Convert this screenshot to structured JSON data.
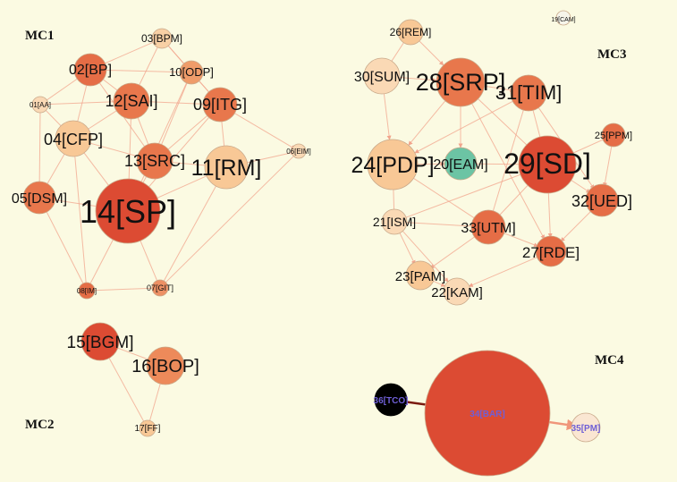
{
  "clusters": [
    {
      "id": "MC1",
      "label": "MC1"
    },
    {
      "id": "MC2",
      "label": "MC2"
    },
    {
      "id": "MC3",
      "label": "MC3"
    },
    {
      "id": "MC4",
      "label": "MC4"
    }
  ],
  "colors": {
    "background": "#fbfae2",
    "edge": "#f2a48c",
    "edge_dark": "#7a1a10",
    "node_dark_red": "#dc4b33",
    "node_red": "#e06a45",
    "node_orange": "#ed9064",
    "node_light": "#f7c592",
    "node_pale": "#fad9b5",
    "node_teal": "#6cc4a4",
    "node_black": "#000000",
    "label_violet": "#6f5fd6"
  },
  "nodes": [
    {
      "id": "03",
      "label": "03[BPM]",
      "cluster": "MC1",
      "color": "#f8d0a5",
      "size": "small"
    },
    {
      "id": "02",
      "label": "02[BP]",
      "cluster": "MC1",
      "color": "#e56d46",
      "size": "medium"
    },
    {
      "id": "10",
      "label": "10[ODP]",
      "cluster": "MC1",
      "color": "#ef9c6a",
      "size": "small"
    },
    {
      "id": "01",
      "label": "01[AA]",
      "cluster": "MC1",
      "color": "#fad9b5",
      "size": "tiny"
    },
    {
      "id": "12",
      "label": "12[SAI]",
      "cluster": "MC1",
      "color": "#e8774c",
      "size": "medium"
    },
    {
      "id": "09",
      "label": "09[ITG]",
      "cluster": "MC1",
      "color": "#e8774c",
      "size": "medium"
    },
    {
      "id": "04",
      "label": "04[CFP]",
      "cluster": "MC1",
      "color": "#f8c896",
      "size": "medium"
    },
    {
      "id": "06",
      "label": "06[EIM]",
      "cluster": "MC1",
      "color": "#fad9b5",
      "size": "tiny"
    },
    {
      "id": "13",
      "label": "13[SRC]",
      "cluster": "MC1",
      "color": "#e8774c",
      "size": "medium"
    },
    {
      "id": "11",
      "label": "11[RM]",
      "cluster": "MC1",
      "color": "#f8c896",
      "size": "large"
    },
    {
      "id": "05",
      "label": "05[DSM]",
      "cluster": "MC1",
      "color": "#e8774c",
      "size": "medium"
    },
    {
      "id": "14",
      "label": "14[SP]",
      "cluster": "MC1",
      "color": "#dc4b33",
      "size": "xlarge"
    },
    {
      "id": "08",
      "label": "08[IM]",
      "cluster": "MC1",
      "color": "#e56d46",
      "size": "tiny"
    },
    {
      "id": "07",
      "label": "07[GIT]",
      "cluster": "MC1",
      "color": "#ed9064",
      "size": "tiny"
    },
    {
      "id": "15",
      "label": "15[BGM]",
      "cluster": "MC2",
      "color": "#dc4b33",
      "size": "medium"
    },
    {
      "id": "16",
      "label": "16[BOP]",
      "cluster": "MC2",
      "color": "#ed8a5a",
      "size": "medium"
    },
    {
      "id": "17",
      "label": "17[FF]",
      "cluster": "MC2",
      "color": "#f8c896",
      "size": "small"
    },
    {
      "id": "19",
      "label": "19[CAM]",
      "cluster": "MC3",
      "color": "#f6f4ea",
      "size": "tiny"
    },
    {
      "id": "26",
      "label": "26[REM]",
      "cluster": "MC3",
      "color": "#f8c896",
      "size": "small"
    },
    {
      "id": "30",
      "label": "30[SUM]",
      "cluster": "MC3",
      "color": "#fad9b5",
      "size": "medium"
    },
    {
      "id": "28",
      "label": "28[SRP]",
      "cluster": "MC3",
      "color": "#e8774c",
      "size": "large"
    },
    {
      "id": "31",
      "label": "31[TIM]",
      "cluster": "MC3",
      "color": "#e8774c",
      "size": "medium"
    },
    {
      "id": "25",
      "label": "25[PPM]",
      "cluster": "MC3",
      "color": "#e56d46",
      "size": "small"
    },
    {
      "id": "24",
      "label": "24[PDP]",
      "cluster": "MC3",
      "color": "#f8c896",
      "size": "large"
    },
    {
      "id": "20",
      "label": "20[EAM]",
      "cluster": "MC3",
      "color": "#6cc4a4",
      "size": "medium"
    },
    {
      "id": "29",
      "label": "29[SD]",
      "cluster": "MC3",
      "color": "#dc4b33",
      "size": "xlarge"
    },
    {
      "id": "32",
      "label": "32[UED]",
      "cluster": "MC3",
      "color": "#e56d46",
      "size": "medium"
    },
    {
      "id": "21",
      "label": "21[ISM]",
      "cluster": "MC3",
      "color": "#fad9b5",
      "size": "small"
    },
    {
      "id": "33",
      "label": "33[UTM]",
      "cluster": "MC3",
      "color": "#e56d46",
      "size": "medium"
    },
    {
      "id": "27",
      "label": "27[RDE]",
      "cluster": "MC3",
      "color": "#e56d46",
      "size": "medium"
    },
    {
      "id": "23",
      "label": "23[PAM]",
      "cluster": "MC3",
      "color": "#f8c896",
      "size": "small"
    },
    {
      "id": "22",
      "label": "22[KAM]",
      "cluster": "MC3",
      "color": "#fad9b5",
      "size": "small"
    },
    {
      "id": "36",
      "label": "36[TCO]",
      "cluster": "MC4",
      "color": "#000000",
      "size": "small"
    },
    {
      "id": "34",
      "label": "34[BAR]",
      "cluster": "MC4",
      "color": "#dc4b33",
      "size": "huge"
    },
    {
      "id": "35",
      "label": "35[PM]",
      "cluster": "MC4",
      "color": "#fae6d2",
      "size": "small"
    }
  ],
  "edges": [
    [
      "03",
      "02"
    ],
    [
      "03",
      "10"
    ],
    [
      "03",
      "12"
    ],
    [
      "03",
      "09"
    ],
    [
      "02",
      "12"
    ],
    [
      "02",
      "04"
    ],
    [
      "02",
      "01"
    ],
    [
      "02",
      "13"
    ],
    [
      "02",
      "10"
    ],
    [
      "10",
      "09"
    ],
    [
      "10",
      "13"
    ],
    [
      "10",
      "14"
    ],
    [
      "12",
      "04"
    ],
    [
      "12",
      "13"
    ],
    [
      "12",
      "14"
    ],
    [
      "12",
      "09"
    ],
    [
      "09",
      "13"
    ],
    [
      "09",
      "11"
    ],
    [
      "09",
      "06"
    ],
    [
      "09",
      "14"
    ],
    [
      "01",
      "04"
    ],
    [
      "01",
      "05"
    ],
    [
      "04",
      "05"
    ],
    [
      "04",
      "14"
    ],
    [
      "04",
      "13"
    ],
    [
      "04",
      "08"
    ],
    [
      "13",
      "14"
    ],
    [
      "13",
      "11"
    ],
    [
      "11",
      "14"
    ],
    [
      "11",
      "06"
    ],
    [
      "11",
      "07"
    ],
    [
      "05",
      "14"
    ],
    [
      "05",
      "08"
    ],
    [
      "14",
      "08"
    ],
    [
      "14",
      "07"
    ],
    [
      "08",
      "07"
    ],
    [
      "01",
      "12"
    ],
    [
      "06",
      "07"
    ],
    [
      "15",
      "16"
    ],
    [
      "15",
      "17"
    ],
    [
      "16",
      "17"
    ],
    [
      "26",
      "28"
    ],
    [
      "26",
      "30"
    ],
    [
      "30",
      "24"
    ],
    [
      "30",
      "28"
    ],
    [
      "28",
      "31"
    ],
    [
      "28",
      "29"
    ],
    [
      "28",
      "24"
    ],
    [
      "28",
      "20"
    ],
    [
      "31",
      "29"
    ],
    [
      "31",
      "24"
    ],
    [
      "25",
      "29"
    ],
    [
      "25",
      "32"
    ],
    [
      "24",
      "20"
    ],
    [
      "24",
      "21"
    ],
    [
      "20",
      "29"
    ],
    [
      "29",
      "32"
    ],
    [
      "29",
      "27"
    ],
    [
      "29",
      "33"
    ],
    [
      "29",
      "21"
    ],
    [
      "32",
      "27"
    ],
    [
      "21",
      "33"
    ],
    [
      "21",
      "23"
    ],
    [
      "33",
      "27"
    ],
    [
      "33",
      "23"
    ],
    [
      "23",
      "22"
    ],
    [
      "27",
      "22"
    ],
    [
      "24",
      "33"
    ],
    [
      "31",
      "32"
    ],
    [
      "28",
      "27"
    ],
    [
      "21",
      "22"
    ],
    [
      "31",
      "33"
    ],
    [
      "36",
      "34"
    ],
    [
      "34",
      "35"
    ]
  ]
}
